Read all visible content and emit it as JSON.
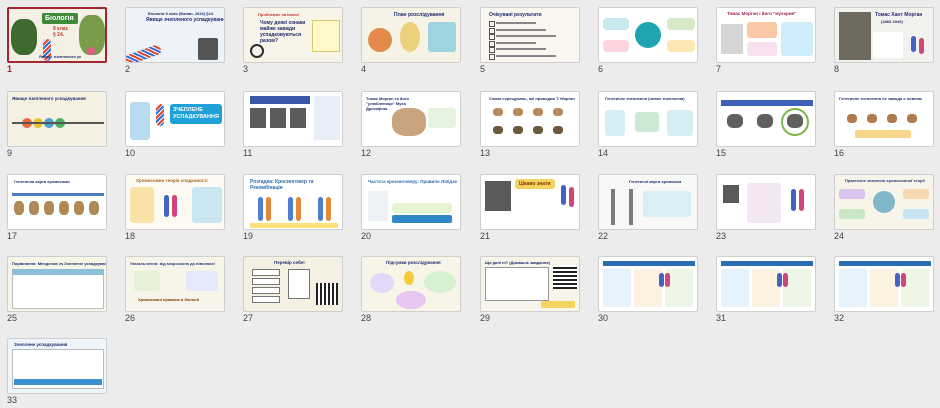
{
  "colors": {
    "selected": "#a4262c",
    "background": "#ececec"
  },
  "slides": [
    {
      "num": "1",
      "titles": [
        "Біологія",
        "9 клас",
        "§ 24.",
        "Явище зчепленого успадкування"
      ],
      "theme": "cover-flowers",
      "selected": true
    },
    {
      "num": "2",
      "titles": [
        "Біологія 9 клас (Балан, 2026) §24.",
        "Явище зчепленого успадкування"
      ],
      "theme": "dna-cover"
    },
    {
      "num": "3",
      "titles": [
        "Проблемне питання!",
        "Чому деякі ознаки майже завжди успадковуються разом?"
      ],
      "theme": "question"
    },
    {
      "num": "4",
      "titles": [
        "План розслідування"
      ],
      "theme": "plan"
    },
    {
      "num": "5",
      "titles": [
        "Очікувані результати"
      ],
      "theme": "checklist"
    },
    {
      "num": "6",
      "titles": [],
      "theme": "hub"
    },
    {
      "num": "7",
      "titles": [
        "Томас Морган і його \"мухарня\""
      ],
      "theme": "morgan-flies"
    },
    {
      "num": "8",
      "titles": [
        "Томас Хант Морган",
        "(1866-1945)"
      ],
      "theme": "portrait"
    },
    {
      "num": "9",
      "titles": [
        "Явище зчепленого успадкування"
      ],
      "theme": "abcd"
    },
    {
      "num": "10",
      "titles": [
        "ЗЧЕПЛЕНЕ УСПАДКУВАННЯ"
      ],
      "theme": "linked"
    },
    {
      "num": "11",
      "titles": [],
      "theme": "scientists"
    },
    {
      "num": "12",
      "titles": [
        "Томас Морган та його \"улюблениця\" Муха Дрозофіла"
      ],
      "theme": "drosophila"
    },
    {
      "num": "13",
      "titles": [
        "Схема схрещувань, які проводив Т. Морган"
      ],
      "theme": "crosses"
    },
    {
      "num": "14",
      "titles": [
        "Генетичне зчеплення (повне зчеплення)"
      ],
      "theme": "genetic-link"
    },
    {
      "num": "15",
      "titles": [],
      "theme": "blue-flies"
    },
    {
      "num": "16",
      "titles": [
        "Генетичне зчеплення не завжди є повним"
      ],
      "theme": "incomplete"
    },
    {
      "num": "17",
      "titles": [
        "Генетична карта хромосоми"
      ],
      "theme": "map-flies"
    },
    {
      "num": "18",
      "titles": [
        "Хромосомна теорія спадковості"
      ],
      "theme": "theory"
    },
    {
      "num": "19",
      "titles": [
        "Розгадка: Кросинговер та Рекомбінація"
      ],
      "theme": "crossover"
    },
    {
      "num": "20",
      "titles": [
        "Частота кросинговеру: Правило Ліпідзе"
      ],
      "theme": "frequency"
    },
    {
      "num": "21",
      "titles": [
        "Цікаво знати"
      ],
      "theme": "interesting"
    },
    {
      "num": "22",
      "titles": [
        "Генетичні карти хромосом"
      ],
      "theme": "gen-maps"
    },
    {
      "num": "23",
      "titles": [],
      "theme": "chromo-portrait"
    },
    {
      "num": "24",
      "titles": [
        "Практичне значення хромосомної теорії"
      ],
      "theme": "practical"
    },
    {
      "num": "25",
      "titles": [
        "Порівняння: Менделєв vs Зчеплене успадкування"
      ],
      "theme": "comparison"
    },
    {
      "num": "26",
      "titles": [
        "Узагальнення: від мікроскопа до вівсяних!",
        "Хромосомні правила в біології"
      ],
      "theme": "summary"
    },
    {
      "num": "27",
      "titles": [
        "Перевір себе!"
      ],
      "theme": "check"
    },
    {
      "num": "28",
      "titles": [
        "Підсумки розслідування"
      ],
      "theme": "results"
    },
    {
      "num": "29",
      "titles": [
        "Що далі ні? (Домашнє завдання)"
      ],
      "theme": "homework"
    },
    {
      "num": "30",
      "titles": [],
      "theme": "infographic-1"
    },
    {
      "num": "31",
      "titles": [],
      "theme": "infographic-2"
    },
    {
      "num": "32",
      "titles": [],
      "theme": "infographic-3"
    },
    {
      "num": "33",
      "titles": [
        "Зчеплене успадкування"
      ],
      "theme": "infographic-4"
    }
  ]
}
